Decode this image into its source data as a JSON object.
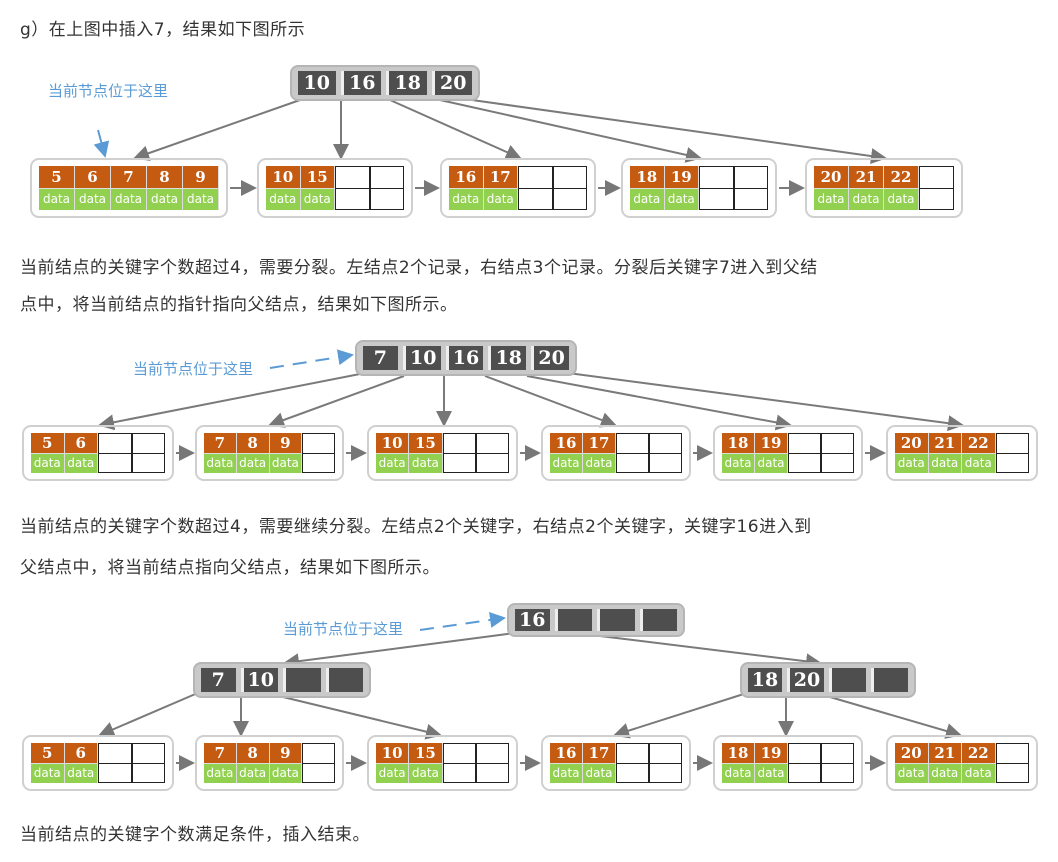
{
  "paragraphs": [
    "g）在上图中插入7，结果如下图所示",
    "当前结点的关键字个数超过4，需要分裂。左结点2个记录，右结点3个记录。分裂后关键字7进入到父结",
    "点中，将当前结点的指针指向父结点，结果如下图所示。",
    "当前结点的关键字个数超过4，需要继续分裂。左结点2个关键字，右结点2个关键字，关键字16进入到",
    "父结点中，将当前结点指向父结点，结果如下图所示。",
    "当前结点的关键字个数满足条件，插入结束。"
  ],
  "leaf_value_label": "data",
  "pointer_label": "当前节点位于这里",
  "colors": {
    "key": "#c55a11",
    "data": "#92d050",
    "internal": "#4e4e4e",
    "pointer": "#5b9bd5"
  },
  "diagrams": [
    {
      "internal": [
        [
          "10",
          "16",
          "18",
          "20"
        ]
      ],
      "leaves": [
        [
          "5",
          "6",
          "7",
          "8",
          "9"
        ],
        [
          "10",
          "15"
        ],
        [
          "16",
          "17"
        ],
        [
          "18",
          "19"
        ],
        [
          "20",
          "21",
          "22"
        ]
      ]
    },
    {
      "internal": [
        [
          "7",
          "10",
          "16",
          "18",
          "20"
        ]
      ],
      "leaves": [
        [
          "5",
          "6"
        ],
        [
          "7",
          "8",
          "9"
        ],
        [
          "10",
          "15"
        ],
        [
          "16",
          "17"
        ],
        [
          "18",
          "19"
        ],
        [
          "20",
          "21",
          "22"
        ]
      ]
    },
    {
      "internal": [
        [
          "16"
        ],
        [
          "7",
          "10"
        ],
        [
          "18",
          "20"
        ]
      ],
      "leaves": [
        [
          "5",
          "6"
        ],
        [
          "7",
          "8",
          "9"
        ],
        [
          "10",
          "15"
        ],
        [
          "16",
          "17"
        ],
        [
          "18",
          "19"
        ],
        [
          "20",
          "21",
          "22"
        ]
      ]
    }
  ]
}
